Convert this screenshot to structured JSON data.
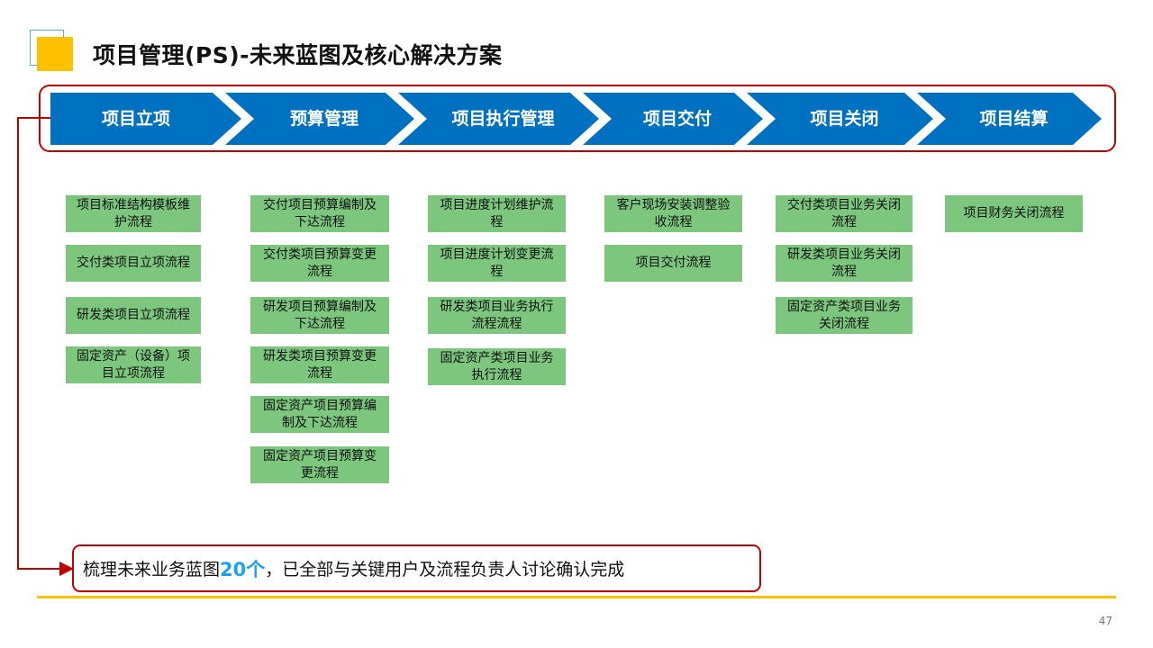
{
  "title": "项目管理(PS)-未来蓝图及核心解决方案",
  "colors": {
    "chevron": "#0070c0",
    "box": "#7cc67e",
    "frame": "#c00000",
    "accent": "#ffc000",
    "highlight": "#1aa3e8"
  },
  "stages": [
    {
      "label": "项目立项",
      "items": [
        "项目标准结构模板维护流程",
        "交付类项目立项流程",
        "研发类项目立项流程",
        "固定资产（设备）项目立项流程"
      ]
    },
    {
      "label": "预算管理",
      "items": [
        "交付项目预算编制及下达流程",
        "交付类项目预算变更流程",
        "研发项目预算编制及下达流程",
        "研发类项目预算变更流程",
        "固定资产项目预算编制及下达流程",
        "固定资产项目预算变更流程"
      ]
    },
    {
      "label": "项目执行管理",
      "items": [
        "项目进度计划维护流程",
        "项目进度计划变更流程",
        "研发类项目业务执行流程流程",
        "固定资产类项目业务执行流程"
      ]
    },
    {
      "label": "项目交付",
      "items": [
        "客户现场安装调整验收流程",
        "项目交付流程"
      ]
    },
    {
      "label": "项目关闭",
      "items": [
        "交付类项目业务关闭流程",
        "研发类项目业务关闭流程",
        "固定资产类项目业务关闭流程"
      ]
    },
    {
      "label": "项目结算",
      "items": [
        "项目财务关闭流程"
      ]
    }
  ],
  "summary": {
    "prefix": "梳理未来业务蓝图",
    "highlight": "20个",
    "suffix": "，已全部与关键用户及流程负责人讨论确认完成"
  },
  "page_number": "47"
}
